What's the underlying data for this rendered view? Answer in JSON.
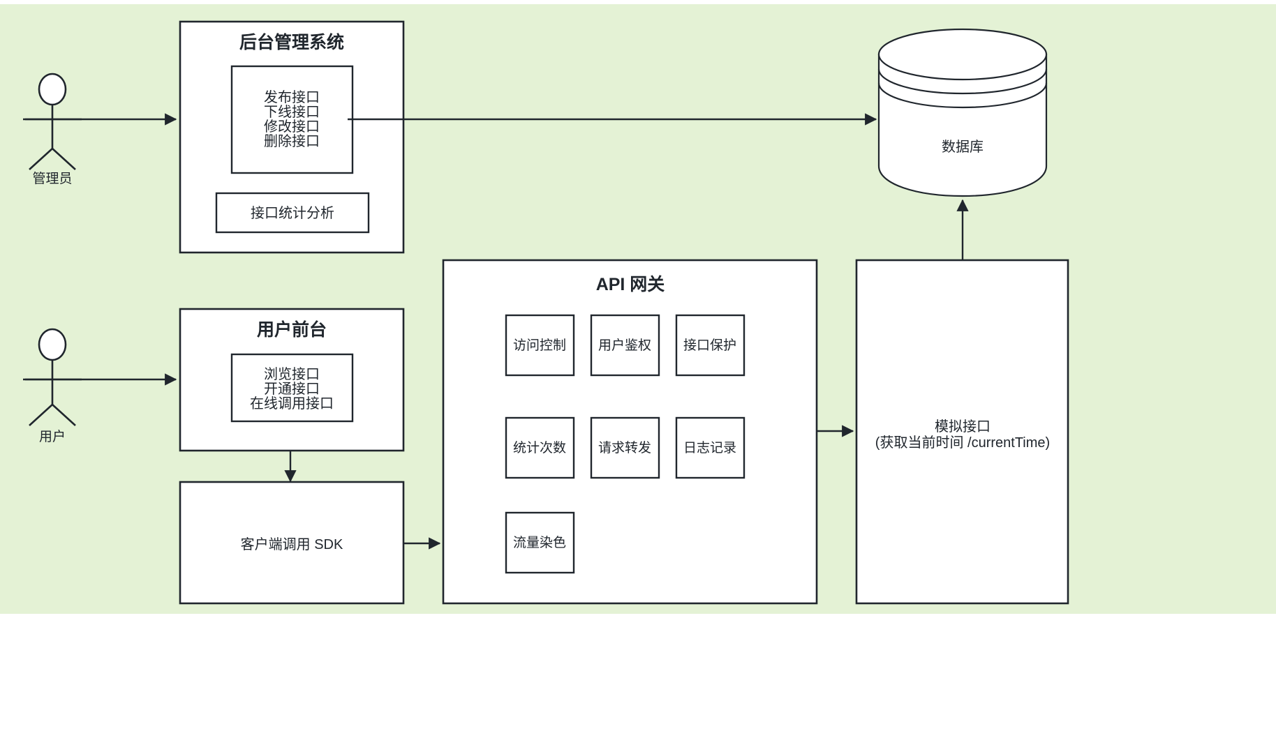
{
  "canvas": {
    "background_color": "#e4f2d5",
    "shape_fill": "#ffffff",
    "stroke_color": "#20262d",
    "page_color": "#ffffff"
  },
  "actors": [
    {
      "id": "admin",
      "label": "管理员"
    },
    {
      "id": "user",
      "label": "用户"
    }
  ],
  "admin_system": {
    "title": "后台管理系统",
    "operations": [
      "发布接口",
      "下线接口",
      "修改接口",
      "删除接口"
    ],
    "analytics_label": "接口统计分析"
  },
  "user_portal": {
    "title": "用户前台",
    "operations": [
      "浏览接口",
      "开通接口",
      "在线调用接口"
    ]
  },
  "sdk": {
    "label": "客户端调用 SDK"
  },
  "gateway": {
    "title": "API  网关",
    "modules": [
      {
        "id": "access-control",
        "label": "访问控制"
      },
      {
        "id": "user-auth",
        "label": "用户鉴权"
      },
      {
        "id": "api-protection",
        "label": "接口保护"
      },
      {
        "id": "count-stats",
        "label": "统计次数"
      },
      {
        "id": "request-forward",
        "label": "请求转发"
      },
      {
        "id": "log-record",
        "label": "日志记录"
      },
      {
        "id": "traffic-coloring",
        "label": "流量染色"
      }
    ]
  },
  "mock_service": {
    "line1": "模拟接口",
    "line2": "(获取当前时间 /currentTime)"
  },
  "database": {
    "label": "数据库"
  },
  "connections": [
    {
      "id": "admin-to-system",
      "from": "管理员",
      "to": "后台管理系统"
    },
    {
      "id": "system-to-database",
      "from": "后台管理系统",
      "to": "数据库"
    },
    {
      "id": "user-to-portal",
      "from": "用户",
      "to": "用户前台"
    },
    {
      "id": "portal-to-sdk",
      "from": "用户前台",
      "to": "客户端调用 SDK"
    },
    {
      "id": "sdk-to-gateway",
      "from": "客户端调用 SDK",
      "to": "API  网关"
    },
    {
      "id": "gateway-to-mock",
      "from": "API  网关",
      "to": "模拟接口"
    },
    {
      "id": "mock-to-database",
      "from": "模拟接口",
      "to": "数据库"
    }
  ]
}
